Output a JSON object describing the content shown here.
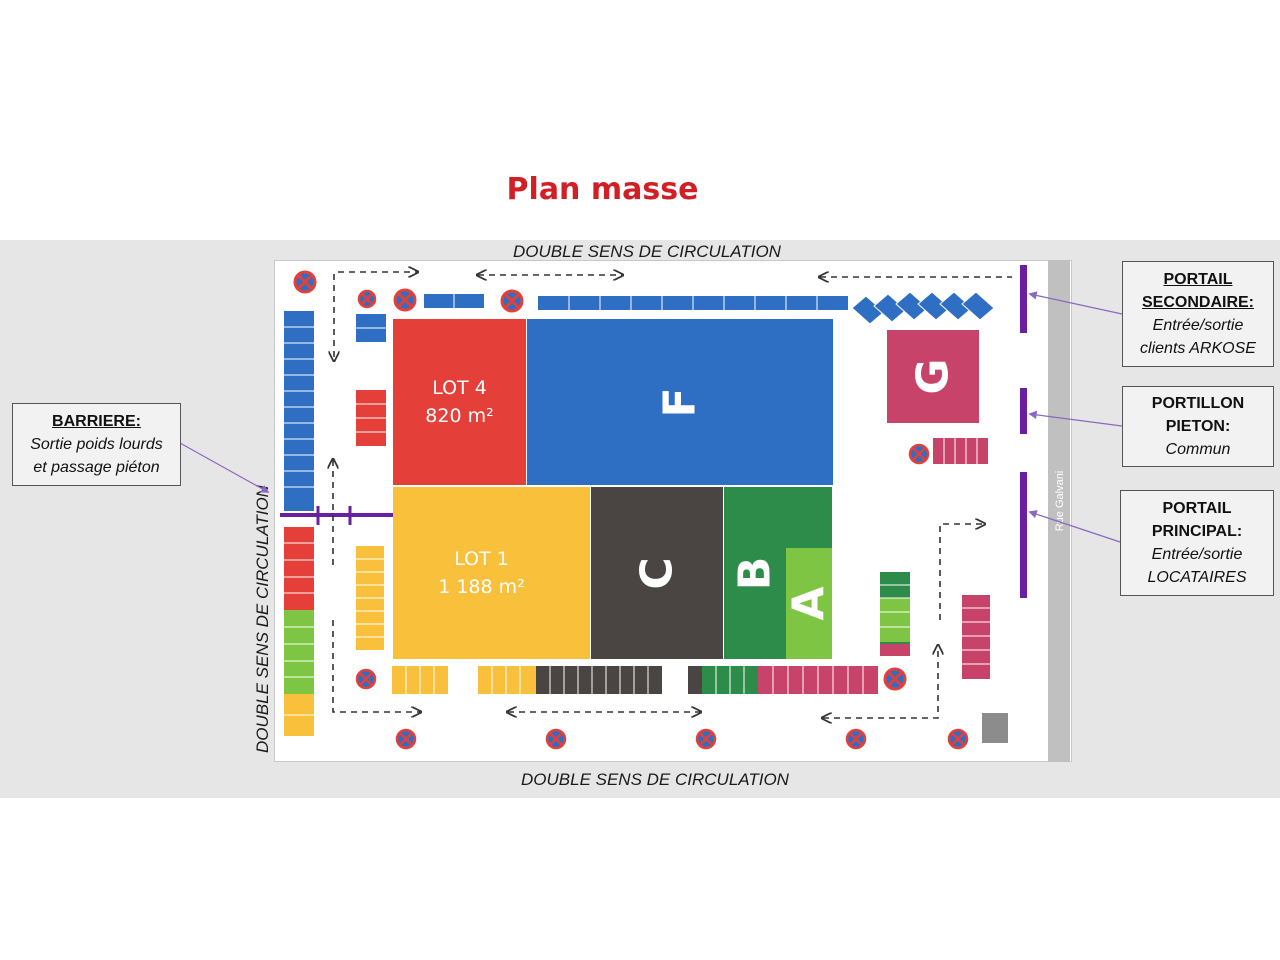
{
  "title": "Plan masse",
  "roads": {
    "top": "DOUBLE SENS DE CIRCULATION",
    "bottom": "DOUBLE SENS DE CIRCULATION",
    "left": "DOUBLE SENS DE CIRCULATION",
    "street": "Rue Galvani"
  },
  "buildings": {
    "lot4": {
      "name": "LOT 4",
      "area": "820 m²"
    },
    "lot1": {
      "name": "LOT 1",
      "area": "1 188 m²"
    },
    "f": "F",
    "c": "C",
    "b": "B",
    "a": "A",
    "g": "G"
  },
  "legend": {
    "barriere": {
      "head": "BARRIERE:",
      "desc_1": "Sortie poids lourds",
      "desc_2": "et passage piéton"
    },
    "portail_secondaire": {
      "head_1": "PORTAIL",
      "head_2": "SECONDAIRE:",
      "desc_1": "Entrée/sortie",
      "desc_2": "clients ARKOSE"
    },
    "portillon": {
      "head_1": "PORTILLON",
      "head_2": "PIETON:",
      "desc_1": "Commun"
    },
    "portail_principal": {
      "head_1": "PORTAIL",
      "head_2": "PRINCIPAL:",
      "desc_1": "Entrée/sortie",
      "desc_2": "LOCATAIRES"
    }
  },
  "colors": {
    "title": "#d21f26",
    "red": "#e53f3a",
    "blue": "#2e6fc4",
    "yellow": "#f9c03b",
    "dark_grey": "#4a4443",
    "green": "#2e8c4a",
    "light_green": "#7dc542",
    "pink": "#c8436a",
    "gate": "#6a1fa0"
  },
  "icons": [
    "no-parking-icon",
    "direction-arrow-icon"
  ]
}
